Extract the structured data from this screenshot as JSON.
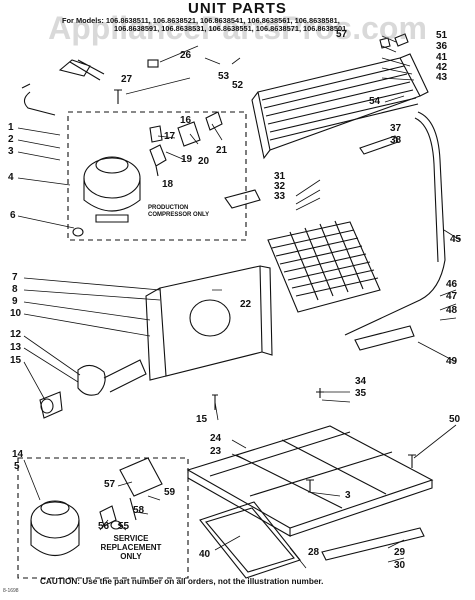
{
  "diagram": {
    "title": "UNIT PARTS",
    "models_line1": "For Models: 106.8638511, 106.8638521, 106.8638541, 106.8638561, 106.8638581,",
    "models_line2": "106.8638591, 106.8638531, 106.8638551, 106.8638571, 106.8638501",
    "watermark": "AppliancePartsPros.com",
    "production_label": "PRODUCTION COMPRESSOR ONLY",
    "service_label_1": "SERVICE",
    "service_label_2": "REPLACEMENT",
    "service_label_3": "ONLY",
    "caution": "CAUTION: Use the part number on all orders, not the illustration number.",
    "stamp": "8-1698"
  },
  "callouts": {
    "n1": "1",
    "n2": "2",
    "n3": "3",
    "n4": "4",
    "n5": "5",
    "n6": "6",
    "n7": "7",
    "n8": "8",
    "n9": "9",
    "n10": "10",
    "n12": "12",
    "n13": "13",
    "n14": "14",
    "n15a": "15",
    "n15b": "15",
    "n16": "16",
    "n17": "17",
    "n18": "18",
    "n19": "19",
    "n20": "20",
    "n21": "21",
    "n22": "22",
    "n23": "23",
    "n24": "24",
    "n26": "26",
    "n27": "27",
    "n28": "28",
    "n29": "29",
    "n30": "30",
    "n31": "31",
    "n32": "32",
    "n33": "33",
    "n34": "34",
    "n35": "35",
    "n36": "36",
    "n37": "37",
    "n38": "38",
    "n40": "40",
    "n41": "41",
    "n42": "42",
    "n43": "43",
    "n45": "45",
    "n46": "46",
    "n47": "47",
    "n48": "48",
    "n49": "49",
    "n50": "50",
    "n51": "51",
    "n52": "52",
    "n53": "53",
    "n54": "54",
    "n55": "55",
    "n56": "56",
    "n57a": "57",
    "n57b": "57",
    "n58": "58",
    "n59": "59",
    "n3b": "3"
  }
}
